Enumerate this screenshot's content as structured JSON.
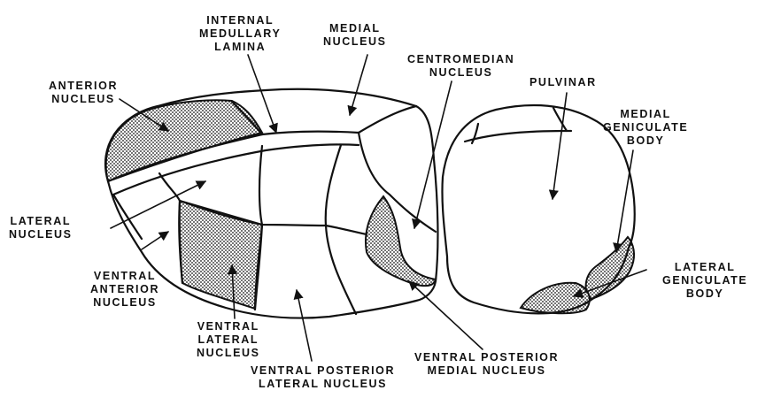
{
  "labels": {
    "internal_medullary_lamina": [
      "INTERNAL",
      "MEDULLARY",
      "LAMINA"
    ],
    "medial_nucleus": [
      "MEDIAL",
      "NUCLEUS"
    ],
    "centromedian_nucleus": [
      "CENTROMEDIAN",
      "NUCLEUS"
    ],
    "pulvinar": [
      "PULVINAR"
    ],
    "medial_geniculate_body": [
      "MEDIAL",
      "GENICULATE",
      "BODY"
    ],
    "anterior_nucleus": [
      "ANTERIOR",
      "NUCLEUS"
    ],
    "lateral_nucleus": [
      "LATERAL",
      "NUCLEUS"
    ],
    "ventral_anterior_nucleus": [
      "VENTRAL",
      "ANTERIOR",
      "NUCLEUS"
    ],
    "ventral_lateral_nucleus": [
      "VENTRAL",
      "LATERAL",
      "NUCLEUS"
    ],
    "ventral_posterior_lateral_nucleus": [
      "VENTRAL POSTERIOR",
      "LATERAL NUCLEUS"
    ],
    "ventral_posterior_medial_nucleus": [
      "VENTRAL POSTERIOR",
      "MEDIAL NUCLEUS"
    ],
    "lateral_geniculate_body": [
      "LATERAL",
      "GENICULATE",
      "BODY"
    ]
  },
  "colors": {
    "ink": "#111111",
    "background": "#ffffff"
  }
}
